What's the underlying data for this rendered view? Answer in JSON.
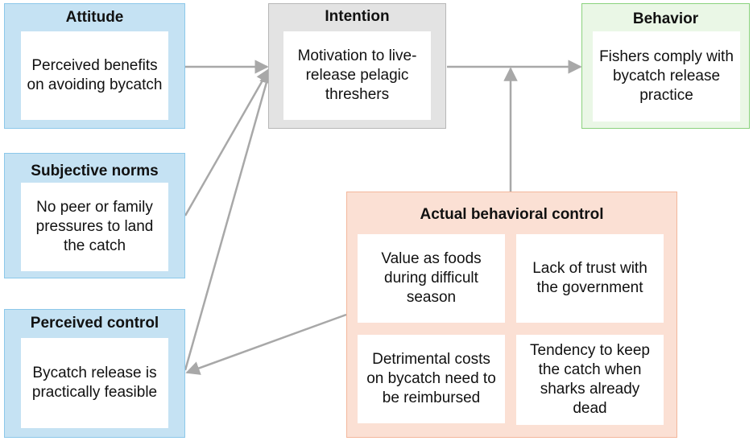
{
  "attitude": {
    "title": "Attitude",
    "text": "Perceived benefits on avoiding bycatch"
  },
  "subjective_norms": {
    "title": "Subjective norms",
    "text": "No peer or family pressures to land the catch"
  },
  "perceived_control": {
    "title": "Perceived control",
    "text": "Bycatch release is practically feasible"
  },
  "intention": {
    "title": "Intention",
    "text": "Motivation to live-release pelagic threshers"
  },
  "behavior": {
    "title": "Behavior",
    "text": "Fishers comply with bycatch release practice"
  },
  "actual_control": {
    "title": "Actual behavioral control",
    "items": [
      "Value as foods during difficult season",
      "Lack of trust with the government",
      "Detrimental costs on bycatch need to be reimbursed",
      "Tendency to keep the catch when sharks already dead"
    ]
  },
  "colors": {
    "blue": "#c5e2f3",
    "gray": "#e3e3e3",
    "green": "#eaf7e6",
    "peach": "#fbe0d4",
    "arrow": "#a8a8a8"
  }
}
